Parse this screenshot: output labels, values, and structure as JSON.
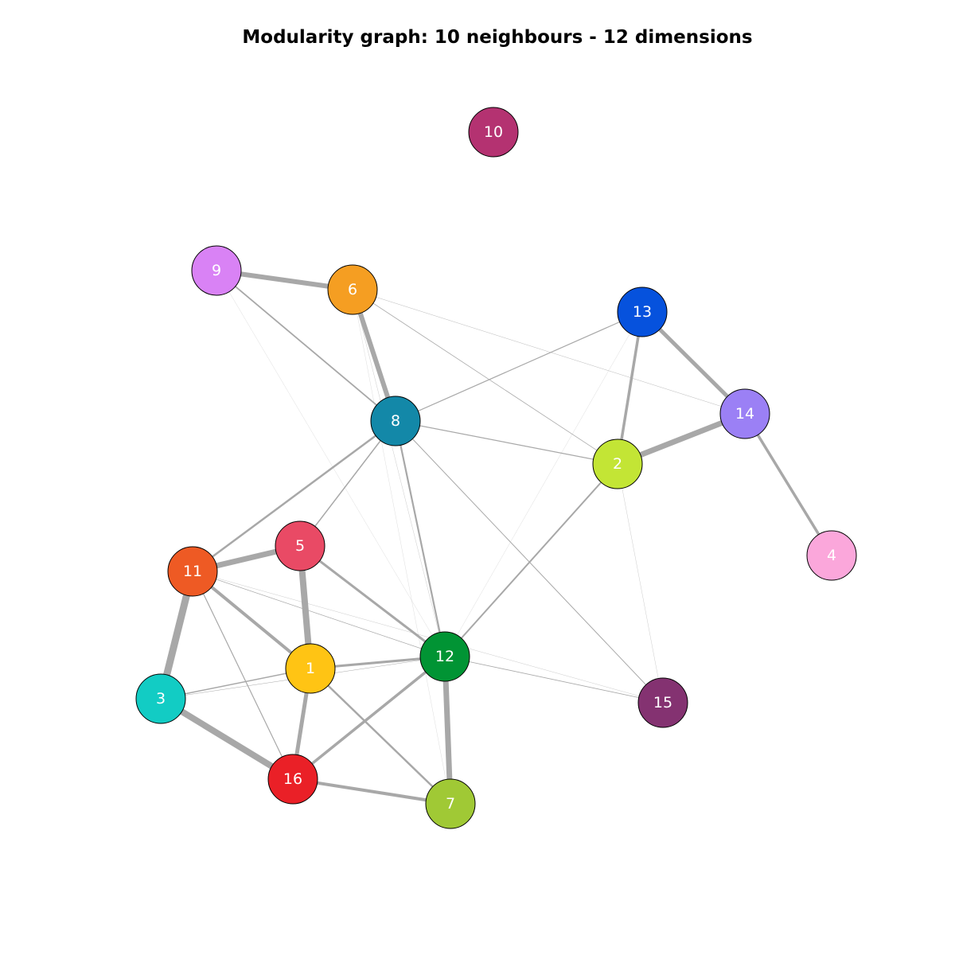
{
  "title": "Modularity graph: 10 neighbours - 12 dimensions",
  "nodes": [
    {
      "id": "1",
      "color": "#FFC414"
    },
    {
      "id": "2",
      "color": "#C3E535"
    },
    {
      "id": "3",
      "color": "#12CCC4"
    },
    {
      "id": "4",
      "color": "#FBA7DB"
    },
    {
      "id": "5",
      "color": "#E94A65"
    },
    {
      "id": "6",
      "color": "#F59E22"
    },
    {
      "id": "7",
      "color": "#A0C935"
    },
    {
      "id": "8",
      "color": "#1388A8"
    },
    {
      "id": "9",
      "color": "#D982F5"
    },
    {
      "id": "10",
      "color": "#B43271"
    },
    {
      "id": "11",
      "color": "#EE5A24"
    },
    {
      "id": "12",
      "color": "#019434"
    },
    {
      "id": "13",
      "color": "#0652DD"
    },
    {
      "id": "14",
      "color": "#9B80F5"
    },
    {
      "id": "15",
      "color": "#843271"
    },
    {
      "id": "16",
      "color": "#EA2027"
    }
  ],
  "edges": [
    {
      "source": "9",
      "target": "6",
      "weight": 6
    },
    {
      "source": "6",
      "target": "8",
      "weight": 6
    },
    {
      "source": "9",
      "target": "8",
      "weight": 1.8
    },
    {
      "source": "13",
      "target": "14",
      "weight": 5
    },
    {
      "source": "13",
      "target": "2",
      "weight": 3.5
    },
    {
      "source": "14",
      "target": "2",
      "weight": 7
    },
    {
      "source": "14",
      "target": "4",
      "weight": 3.5
    },
    {
      "source": "8",
      "target": "13",
      "weight": 1.2
    },
    {
      "source": "8",
      "target": "2",
      "weight": 1.2
    },
    {
      "source": "8",
      "target": "11",
      "weight": 2.5
    },
    {
      "source": "8",
      "target": "5",
      "weight": 1.5
    },
    {
      "source": "8",
      "target": "12",
      "weight": 2.2
    },
    {
      "source": "8",
      "target": "15",
      "weight": 1.0
    },
    {
      "source": "6",
      "target": "2",
      "weight": 0.8
    },
    {
      "source": "6",
      "target": "14",
      "weight": 0.4
    },
    {
      "source": "6",
      "target": "12",
      "weight": 0.3
    },
    {
      "source": "9",
      "target": "12",
      "weight": 0.2
    },
    {
      "source": "13",
      "target": "12",
      "weight": 0.2
    },
    {
      "source": "2",
      "target": "12",
      "weight": 2.0
    },
    {
      "source": "2",
      "target": "15",
      "weight": 0.3
    },
    {
      "source": "11",
      "target": "5",
      "weight": 7
    },
    {
      "source": "11",
      "target": "3",
      "weight": 9
    },
    {
      "source": "11",
      "target": "1",
      "weight": 4
    },
    {
      "source": "11",
      "target": "16",
      "weight": 1.2
    },
    {
      "source": "11",
      "target": "12",
      "weight": 0.7
    },
    {
      "source": "11",
      "target": "15",
      "weight": 0.3
    },
    {
      "source": "5",
      "target": "1",
      "weight": 8
    },
    {
      "source": "5",
      "target": "12",
      "weight": 3
    },
    {
      "source": "3",
      "target": "1",
      "weight": 1.5
    },
    {
      "source": "3",
      "target": "12",
      "weight": 0.5
    },
    {
      "source": "3",
      "target": "16",
      "weight": 8
    },
    {
      "source": "1",
      "target": "12",
      "weight": 3
    },
    {
      "source": "1",
      "target": "16",
      "weight": 5
    },
    {
      "source": "1",
      "target": "7",
      "weight": 2.5
    },
    {
      "source": "16",
      "target": "12",
      "weight": 3.5
    },
    {
      "source": "16",
      "target": "7",
      "weight": 4
    },
    {
      "source": "12",
      "target": "7",
      "weight": 7
    },
    {
      "source": "12",
      "target": "15",
      "weight": 0.8
    },
    {
      "source": "6",
      "target": "7",
      "weight": 0.2
    }
  ]
}
